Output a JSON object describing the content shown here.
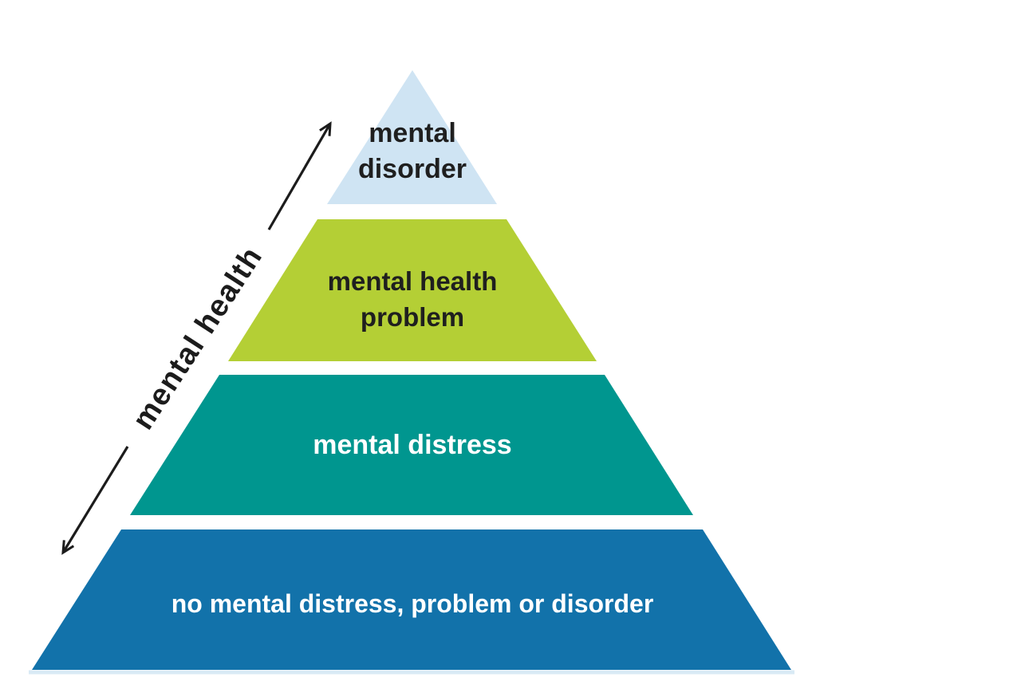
{
  "diagram": {
    "type": "pyramid",
    "background": "#ffffff",
    "axis": {
      "label": "mental health",
      "color": "#1c1c1c"
    },
    "levels": [
      {
        "label": "mental disorder",
        "lines": [
          "mental",
          "disorder"
        ],
        "color": "#cfe4f3",
        "text_color": "#1f1f1f"
      },
      {
        "label": "mental health problem",
        "lines": [
          "mental health",
          "problem"
        ],
        "color": "#b4cf35",
        "text_color": "#1f1f1f"
      },
      {
        "label": "mental distress",
        "lines": [
          "mental distress"
        ],
        "color": "#00968f",
        "text_color": "#ffffff"
      },
      {
        "label": "no mental distress, problem or disorder",
        "lines": [
          "no mental distress, problem or disorder"
        ],
        "color": "#1272aa",
        "text_color": "#ffffff"
      }
    ],
    "base_shadow_color": "#d9eaf5"
  }
}
